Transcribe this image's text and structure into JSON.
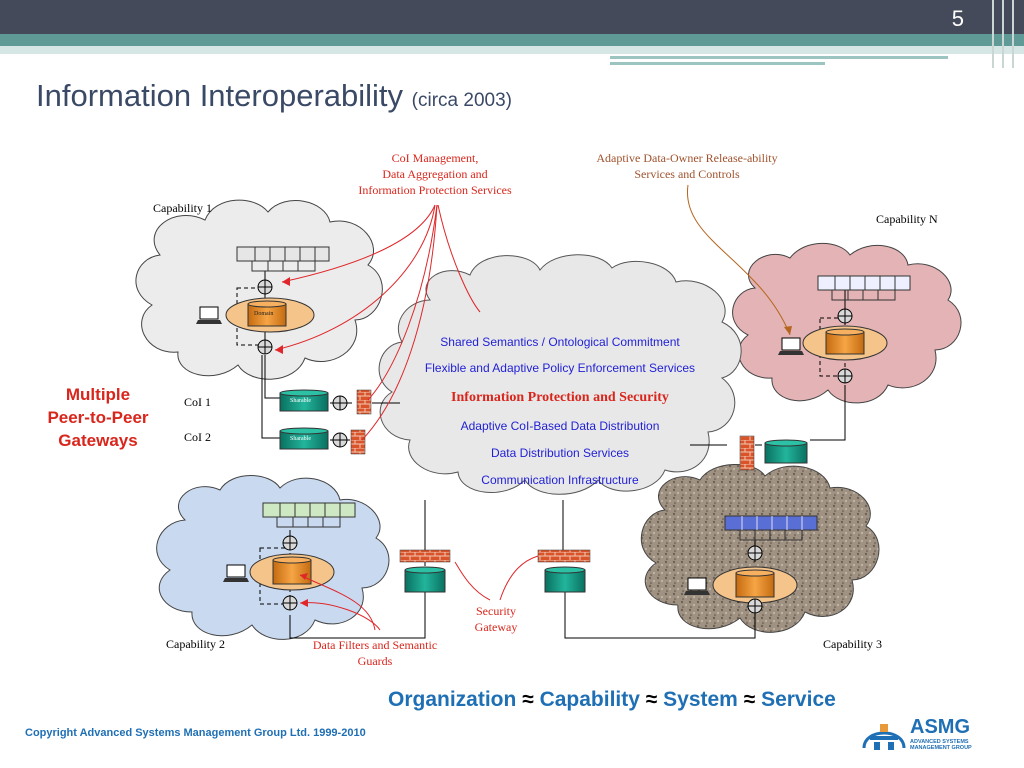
{
  "slide": {
    "number": "5"
  },
  "title": {
    "main": "Information Interoperability",
    "sub": "(circa 2003)"
  },
  "callouts": {
    "coi_mgmt": [
      "CoI Management,",
      "Data Aggregation and",
      "Information Protection Services"
    ],
    "adaptive": [
      "Adaptive Data-Owner Release-ability",
      "Services and Controls"
    ],
    "filters": [
      "Data  Filters and Semantic",
      "Guards"
    ],
    "security_gateway": [
      "Security",
      "Gateway"
    ]
  },
  "capabilities": {
    "cap1": "Capability 1",
    "capN": "Capability N",
    "cap2": "Capability 2",
    "cap3": "Capability 3"
  },
  "coi": {
    "coi1": "CoI 1",
    "coi2": "CoI 2"
  },
  "node_labels": {
    "domain": "Domain",
    "sharable": "Sharable"
  },
  "gateways_label": [
    "Multiple",
    "Peer-to-Peer",
    "Gateways"
  ],
  "central_cloud": {
    "items": [
      "Shared Semantics / Ontological Commitment",
      "Flexible and Adaptive Policy Enforcement Services",
      "Information Protection and Security",
      "Adaptive CoI-Based Data Distribution",
      "Data Distribution Services",
      "Communication Infrastructure"
    ]
  },
  "footer": {
    "equation": [
      "Organization",
      "≈",
      "Capability",
      "≈",
      "System",
      "≈",
      "Service"
    ],
    "copyright": "Copyright Advanced Systems Management Group Ltd. 1999-2010",
    "logo_name": "ASMG",
    "logo_tagline": [
      "ADVANCED SYSTEMS",
      "MANAGEMENT GROUP"
    ]
  },
  "colors": {
    "header_dark": "#454a5a",
    "header_teal": "#5f9a96",
    "title": "#3a4a66",
    "accent_red": "#d9261c",
    "accent_blue": "#1f6fb5",
    "cloud_grey": "#e8e8e8",
    "cloud_pink": "#e3b3b5",
    "cloud_blue": "#c9daf0",
    "cloud_brown": "#9a8c7a",
    "storage_teal": "#14a08a",
    "domain_orange": "#e89a3a"
  }
}
